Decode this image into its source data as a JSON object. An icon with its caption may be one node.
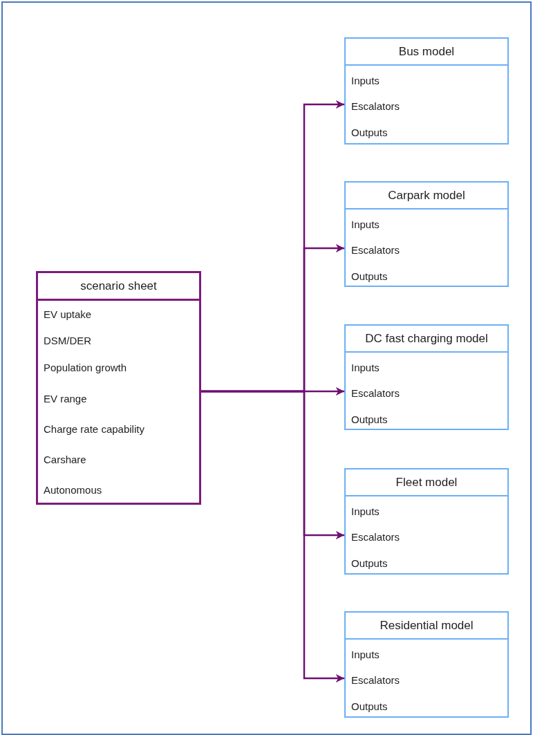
{
  "diagram": {
    "nodes": [
      {
        "text": [
          "scenario sheet",
          "EV uptake",
          "DSM/DER",
          "Population growth",
          "EV range",
          "Charge rate capability",
          "Carshare",
          "Autonomous"
        ]
      },
      {
        "text": [
          "Bus model",
          "Inputs",
          "Escalators",
          "Outputs"
        ]
      },
      {
        "text": [
          "Carpark model",
          "Inputs",
          "Escalators",
          "Outputs"
        ]
      },
      {
        "text": [
          "DC fast charging model",
          "Inputs",
          "Escalators",
          "Outputs"
        ]
      },
      {
        "text": [
          "Fleet model",
          "Inputs",
          "Escalators",
          "Outputs"
        ]
      },
      {
        "text": [
          "Residential model",
          "Inputs",
          "Escalators",
          "Outputs"
        ]
      }
    ],
    "edges": [
      {
        "from": 0,
        "to": 1,
        "arrow": "to"
      },
      {
        "from": 0,
        "to": 2,
        "arrow": "to"
      },
      {
        "from": 0,
        "to": 3,
        "arrow": "to"
      },
      {
        "from": 0,
        "to": 4,
        "arrow": "to"
      },
      {
        "from": 0,
        "to": 5,
        "arrow": "to"
      }
    ]
  }
}
